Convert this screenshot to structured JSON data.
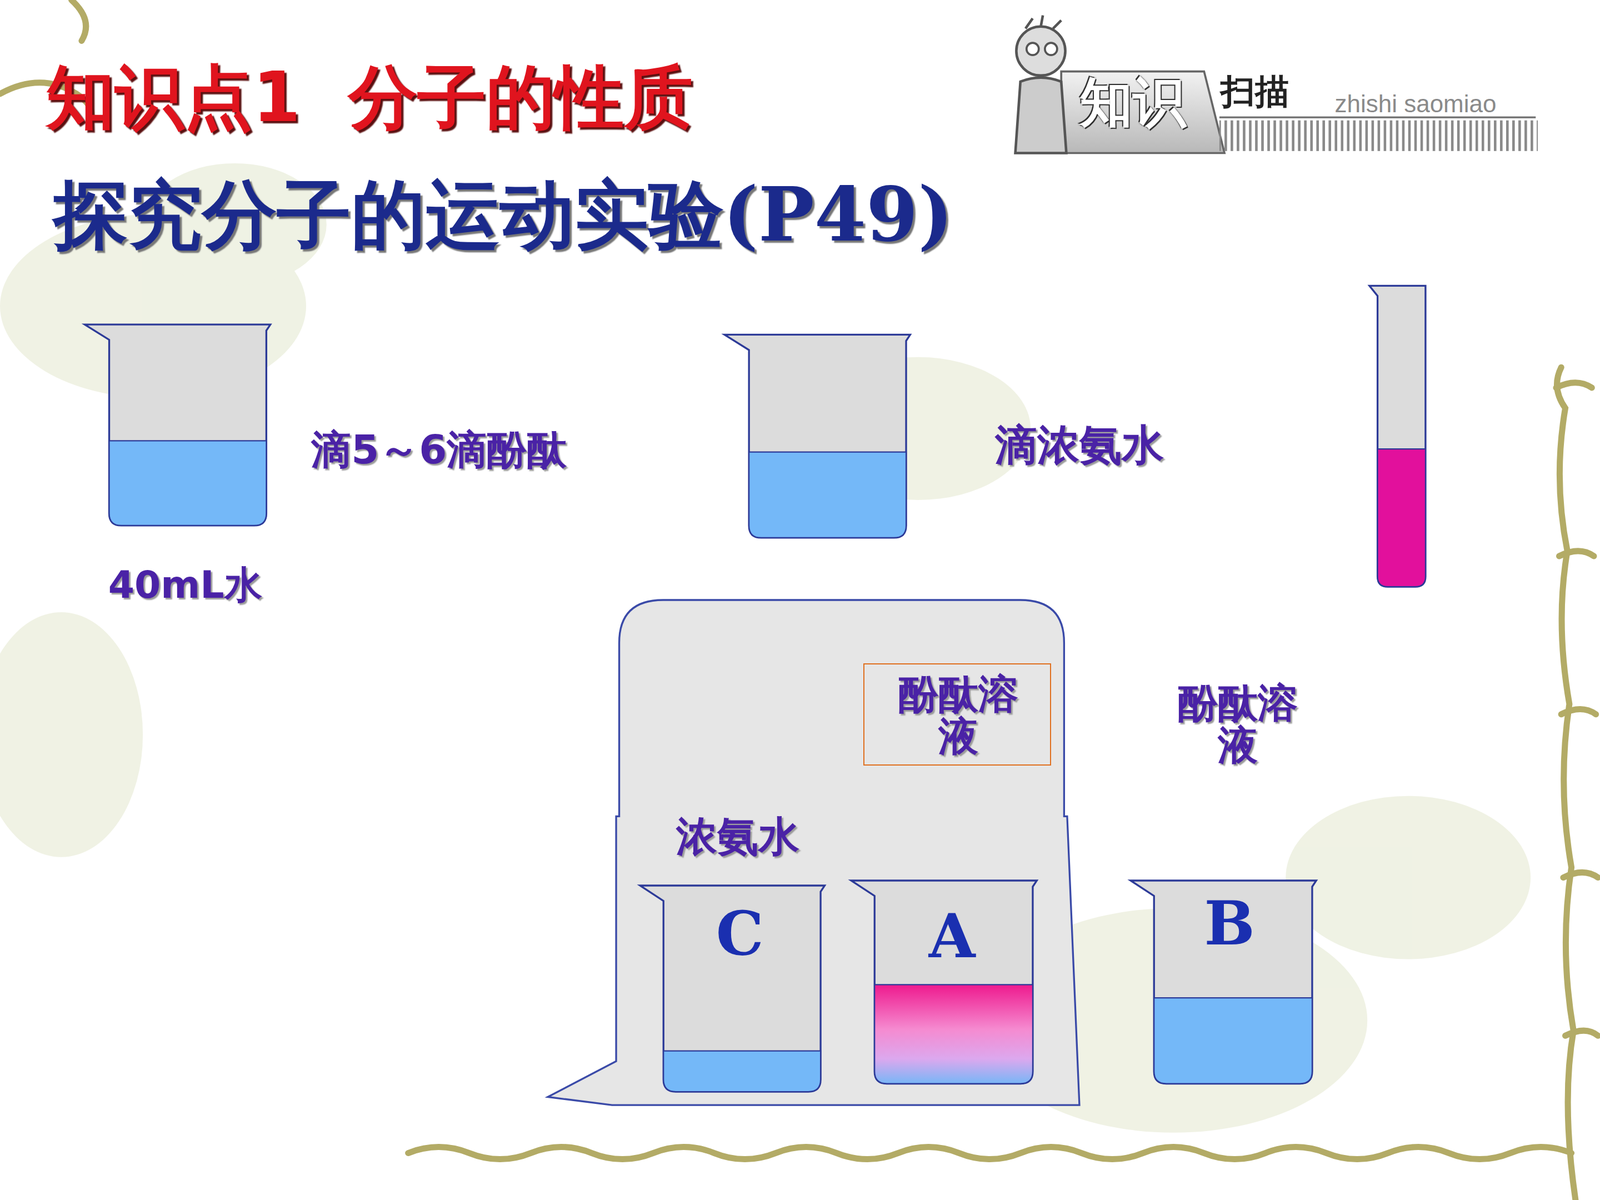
{
  "diagram": {
    "title": "知识点1  分子的性质",
    "nodes": [
      {
        "text": [
          "浓氨水"
        ]
      },
      {
        "text": [
          "酚酞溶液"
        ],
        "in": 0
      },
      {
        "text": [
          "C"
        ],
        "in": 0
      },
      {
        "text": [
          "A"
        ],
        "in": 0
      },
      {
        "text": [
          "酚酞溶液",
          "B"
        ]
      }
    ],
    "labels": [
      "探究分子的运动实验(P49)",
      "知识",
      "扫描",
      "zhishi saomiao",
      "滴5～6滴酚酞",
      "40mL水",
      "滴浓氨水"
    ]
  }
}
